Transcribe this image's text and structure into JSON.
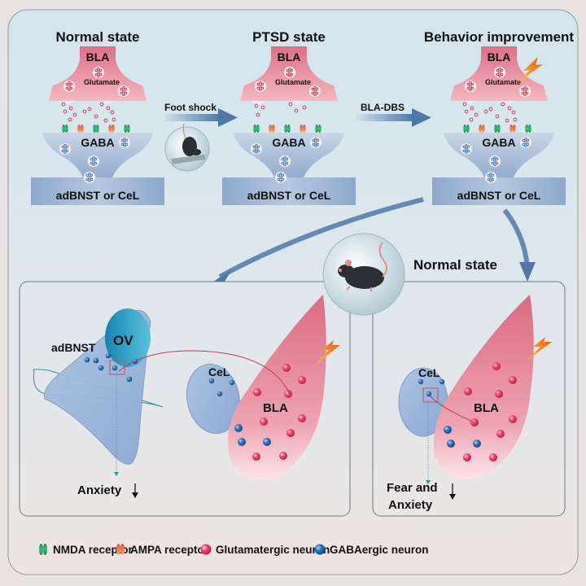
{
  "panels": [
    {
      "title": "Normal state",
      "pre": "BLA",
      "vesicle_label": "Glutamate",
      "post": "GABA",
      "target": "adBNST or CeL",
      "stimulated": false,
      "release": "normal"
    },
    {
      "title": "PTSD state",
      "pre": "BLA",
      "vesicle_label": "Glutamate",
      "post": "GABA",
      "target": "adBNST or CeL",
      "stimulated": false,
      "release": "reduced"
    },
    {
      "title": "Behavior improvement",
      "pre": "BLA",
      "vesicle_label": "Glutamate",
      "post": "GABA",
      "target": "adBNST or CeL",
      "stimulated": true,
      "release": "normal"
    }
  ],
  "transitions": {
    "first": "Foot shock",
    "second": "BLA-DBS"
  },
  "outcome": {
    "title": "Normal state"
  },
  "bottom_left": {
    "region1": "adBNST",
    "subregion": "OV",
    "region2": "CeL",
    "source": "BLA",
    "effect": "Anxiety"
  },
  "bottom_right": {
    "region1": "CeL",
    "source": "BLA",
    "effect_line1": "Fear and",
    "effect_line2": "Anxiety"
  },
  "legend": [
    {
      "icon": "nmda-receptor-icon",
      "label": "NMDA receptor",
      "color": "#1a9e5c"
    },
    {
      "icon": "ampa-receptor-icon",
      "label": "AMPA receptor",
      "color": "#f0703c"
    },
    {
      "icon": "glutamatergic-neuron-icon",
      "label": "Glutamatergic neuron",
      "color": "#e8365a"
    },
    {
      "icon": "gabaergic-neuron-icon",
      "label": "GABAergic neuron",
      "color": "#2a6fb5"
    }
  ],
  "colors": {
    "pre_synapse": "#e88a9a",
    "post_synapse": "#9bb3d4",
    "arrow": "#4f78a8",
    "bla_region": "#e2788e",
    "gaba_region": "#8aa9d3",
    "ov": "#1c92b8"
  }
}
